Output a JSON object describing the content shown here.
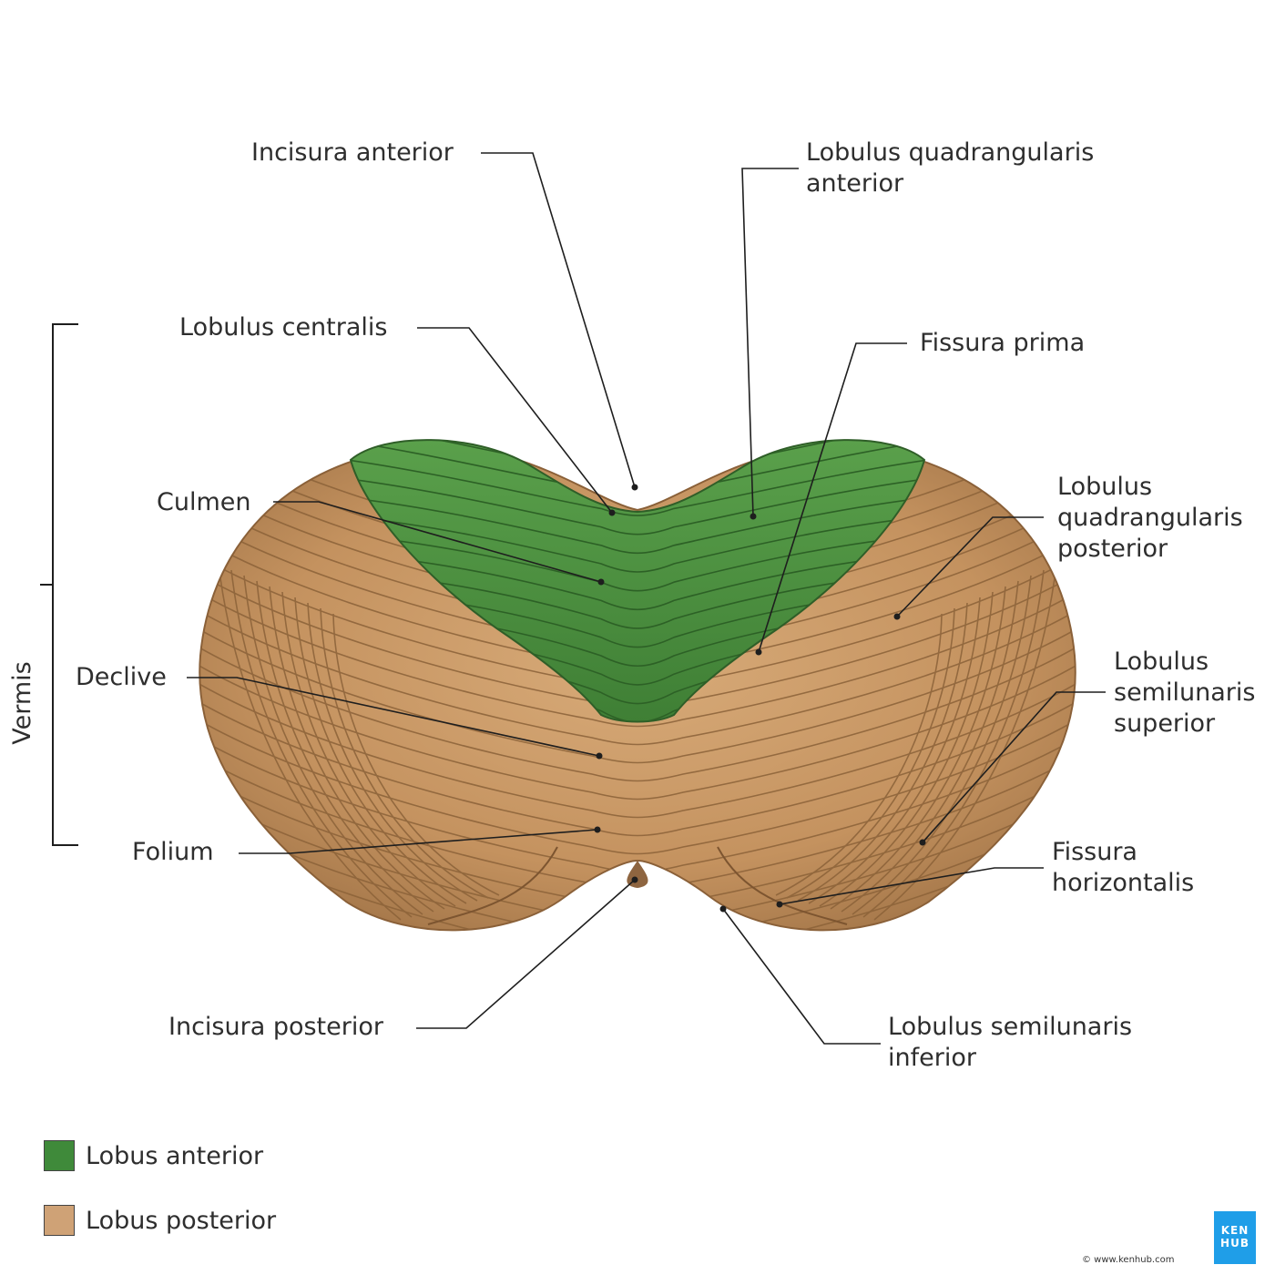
{
  "labels": {
    "incisura_anterior": "Incisura anterior",
    "lobulus_quadrangularis_anterior": [
      "Lobulus quadrangularis",
      "anterior"
    ],
    "lobulus_centralis": "Lobulus centralis",
    "fissura_prima": "Fissura prima",
    "culmen": "Culmen",
    "lobulus_quadrangularis_posterior": [
      "Lobulus",
      "quadrangularis",
      "posterior"
    ],
    "declive": "Declive",
    "lobulus_semilunaris_superior": [
      "Lobulus",
      "semilunaris",
      "superior"
    ],
    "folium": "Folium",
    "fissura_horizontalis": [
      "Fissura",
      "horizontalis"
    ],
    "incisura_posterior": "Incisura posterior",
    "lobulus_semilunaris_inferior": [
      "Lobulus semilunaris",
      "inferior"
    ],
    "vermis": "Vermis"
  },
  "legend": [
    {
      "label": "Lobus anterior",
      "color": "#3f8a3a"
    },
    {
      "label": "Lobus posterior",
      "color": "#cfa276"
    }
  ],
  "colors": {
    "anterior_lobe": "#4c8f3f",
    "posterior_lobe": "#c49463",
    "leader_line": "#1e1e1e"
  },
  "logo": {
    "line1": "KEN",
    "line2": "HUB"
  },
  "website": "© www.kenhub.com"
}
